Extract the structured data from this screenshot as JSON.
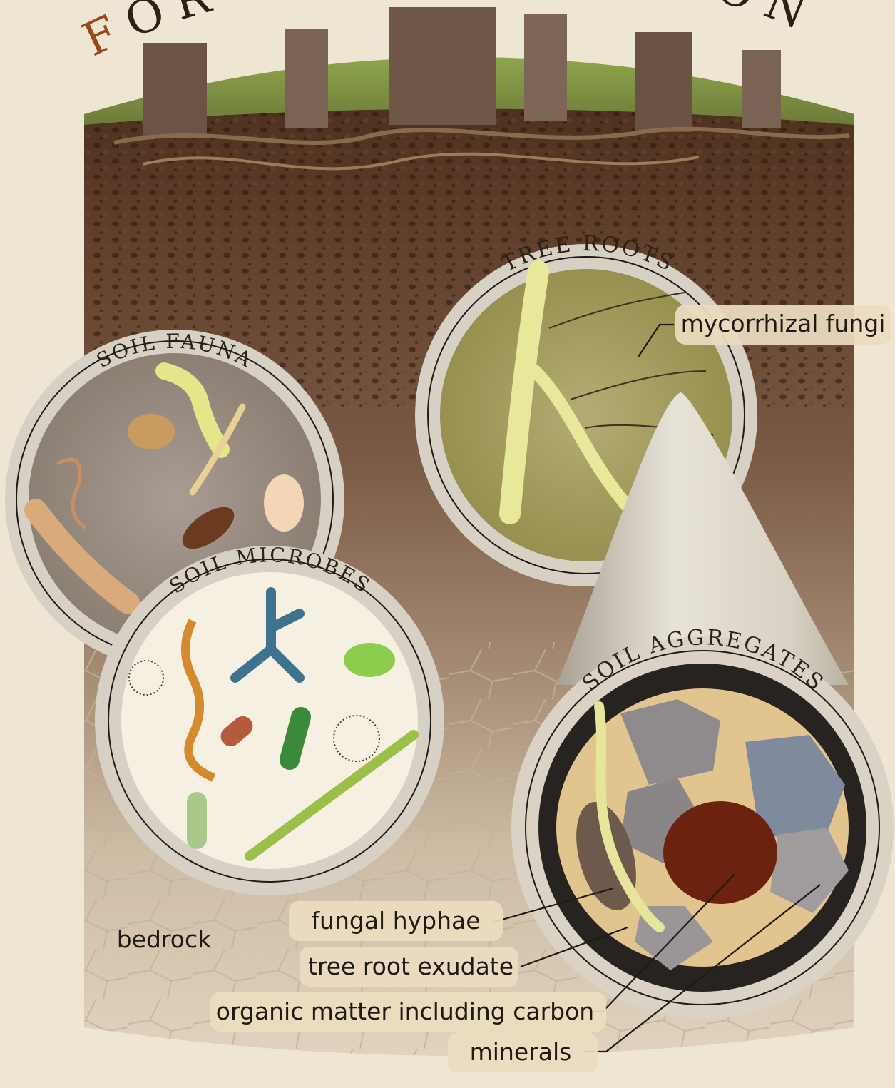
{
  "title": {
    "first_letter": "F",
    "rest_left": "OR",
    "rest_right": "ON"
  },
  "circles": {
    "soil_fauna": "SOIL FAUNA",
    "tree_roots": "TREE ROOTS",
    "soil_microbes": "SOIL MICROBES",
    "soil_aggregates": "SOIL AGGREGATES"
  },
  "labels": {
    "mycorrhizal_fungi": "mycorrhizal fungi",
    "fungal_hyphae": "fungal hyphae",
    "tree_root_exudate": "tree root exudate",
    "organic_matter": "organic matter including carbon",
    "minerals": "minerals",
    "bedrock": "bedrock"
  },
  "colors": {
    "background": "#efe5d3",
    "title_accent": "#9a4a1a",
    "soil_dark": "#4a2f1e",
    "label_fill": "#ecdcbf"
  }
}
